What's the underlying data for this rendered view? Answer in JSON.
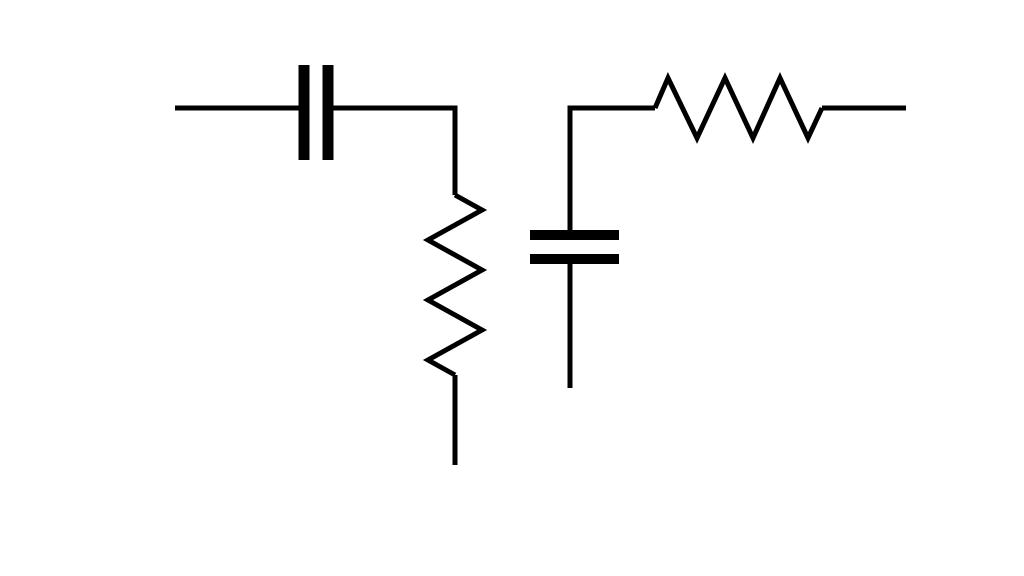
{
  "diagram": {
    "type": "circuit-schematic",
    "components": [
      {
        "kind": "capacitor",
        "orientation": "vertical-plates",
        "connection": "series"
      },
      {
        "kind": "resistor",
        "orientation": "vertical",
        "connection": "shunt"
      },
      {
        "kind": "capacitor",
        "orientation": "horizontal-plates",
        "connection": "shunt"
      },
      {
        "kind": "resistor",
        "orientation": "horizontal",
        "connection": "series"
      }
    ],
    "colors": {
      "line": "#000000",
      "background": "#ffffff"
    }
  }
}
